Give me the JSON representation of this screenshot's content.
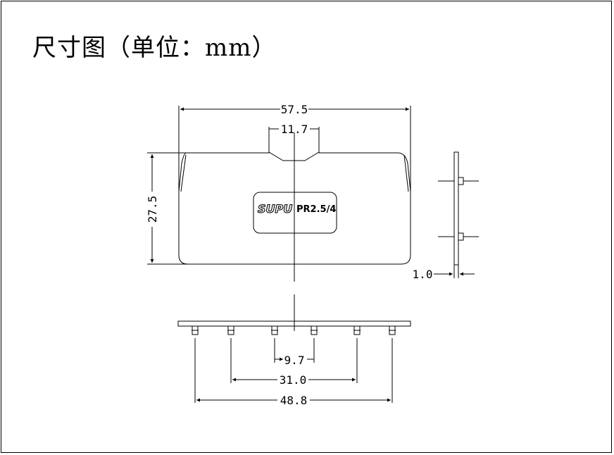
{
  "title": "尺寸图（单位：mm）",
  "part": {
    "brand": "SUPU",
    "model": "PR2.5/4"
  },
  "dimensions": {
    "overall_width": "57.5",
    "notch_width": "11.7",
    "height": "27.5",
    "thickness": "1.0",
    "pin_inner_pitch": "9.7",
    "pin_middle_span": "31.0",
    "pin_outer_span": "48.8"
  }
}
